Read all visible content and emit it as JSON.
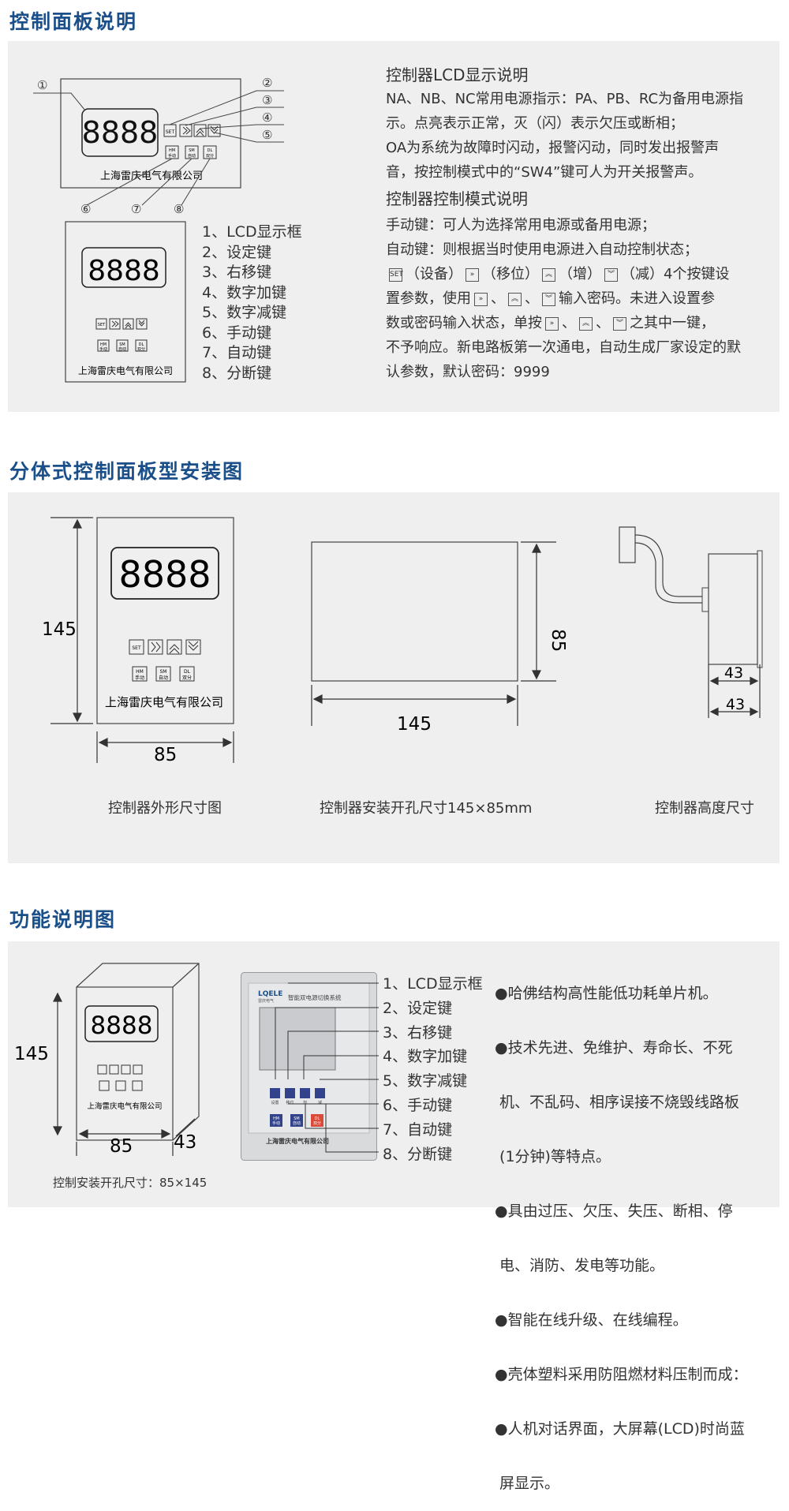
{
  "sections": {
    "panel_title": "控制面板说明",
    "install_title": "分体式控制面板型安装图",
    "function_title": "功能说明图"
  },
  "panel": {
    "display": "8888",
    "company": "上海雷庆电气有限公司",
    "circled": [
      "①",
      "②",
      "③",
      "④",
      "⑤",
      "⑥",
      "⑦",
      "⑧"
    ],
    "keys": {
      "set": "SET",
      "hm": "HM",
      "hm_sub": "手动",
      "sm": "SM",
      "sm_sub": "自动",
      "dl": "DL",
      "dl_sub": "双分"
    },
    "legend": [
      "1、LCD显示框",
      "2、设定键",
      "3、右移键",
      "4、数字加键",
      "5、数字减键",
      "6、手动键",
      "7、自动键",
      "8、分断键"
    ],
    "lcd_title": "控制器LCD显示说明",
    "lcd_lines": [
      "NA、NB、NC常用电源指示：PA、PB、RC为备用电源指",
      "示。点亮表示正常，灭（闪）表示欠压或断相；",
      "OA为系统为故障时闪动，报警闪动，同时发出报警声",
      "音，按控制模式中的“SW4”键可人为开关报警声。"
    ],
    "mode_title": "控制器控制模式说明",
    "mode_lines": [
      "手动键：可人为选择常用电源或备用电源；",
      "自动键：则根据当时使用电源进入自动控制状态；"
    ],
    "mode_keys_line": {
      "a": "（设备）",
      "b": "（移位）",
      "c": "（增）",
      "d": "（减）4个按键设"
    },
    "mode_line2": {
      "a": "置参数，使用",
      "b": "、",
      "c": "、",
      "d": "输入密码。未进入设置参"
    },
    "mode_line3": {
      "a": "数或密码输入状态，单按",
      "b": "、",
      "c": "、",
      "d": "之其中一键，"
    },
    "mode_tail": [
      "不予响应。新电路板第一次通电，自动生成厂家设定的默",
      "认参数，默认密码：9999"
    ]
  },
  "install": {
    "dim_145": "145",
    "dim_85": "85",
    "dim_43": "43",
    "caption1": "控制器外形尺寸图",
    "caption2": "控制器安装开孔尺寸145×85mm",
    "caption3": "控制器高度尺寸"
  },
  "function": {
    "caption": "控制安装开孔尺寸：85×145",
    "photo_brand": "LQELE",
    "photo_brand_sub": "雷庆电气",
    "photo_title": "智能双电源切换系统",
    "photo_footer": "上海雷庆电气有限公司",
    "photo_key_labels": [
      "设置",
      "移位",
      "加",
      "减"
    ],
    "photo_keys2": [
      {
        "top": "HM",
        "bottom": "手动"
      },
      {
        "top": "SM",
        "bottom": "自动"
      },
      {
        "top": "DL",
        "bottom": "双分"
      }
    ],
    "bullets": [
      "●哈佛结构高性能低功耗单片机。",
      "●技术先进、免维护、寿命长、不死",
      " 机、不乱码、相序误接不烧毁线路板",
      " (1分钟)等特点。",
      "●具由过压、欠压、失压、断相、停",
      " 电、消防、发电等功能。",
      "●智能在线升级、在线编程。",
      "●壳体塑料采用防阻燃材料压制而成：",
      "●人机对话界面，大屏幕(LCD)时尚蓝",
      " 屏显示。"
    ]
  }
}
